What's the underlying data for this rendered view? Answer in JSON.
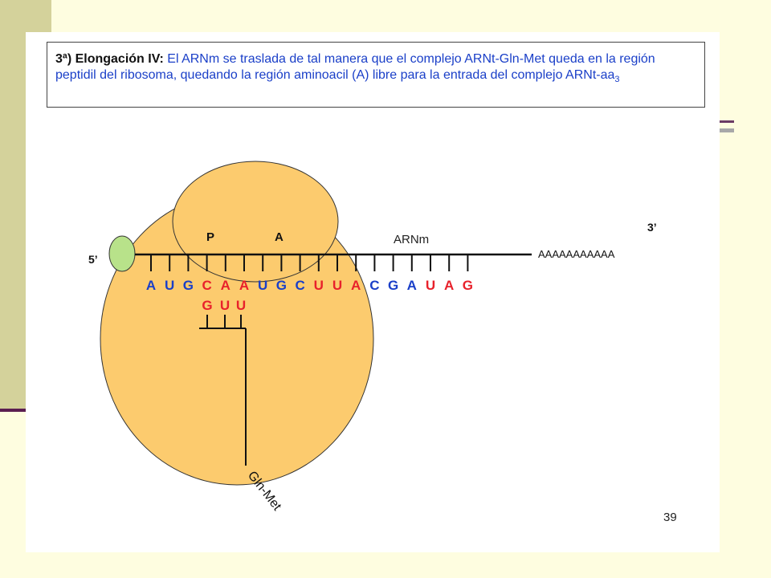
{
  "caption": {
    "step": "3ª) Elongación IV:",
    "text": " El ARNm se traslada de tal manera que el complejo ARNt-Gln-Met queda en la región peptidil del ribosoma, quedando la región aminoacil (A) libre para la entrada del complejo ARNt-aa",
    "subscript": "3"
  },
  "diagram": {
    "site_p": "P",
    "site_a": "A",
    "mrna_label": "ARNm",
    "end_5": "5’",
    "end_3": "3’",
    "poly_a": "AAAAAAAAAAA",
    "peptide": "Gln-Met",
    "colors": {
      "blue": "#1a3fc8",
      "red": "#e8212b",
      "ribosome": "#fccb6e",
      "cap": "#b8e28a"
    },
    "codon_letters": [
      {
        "l": "A",
        "c": "blue"
      },
      {
        "l": "U",
        "c": "blue"
      },
      {
        "l": "G",
        "c": "blue"
      },
      {
        "l": "C",
        "c": "red"
      },
      {
        "l": "A",
        "c": "red"
      },
      {
        "l": "A",
        "c": "red"
      },
      {
        "l": "U",
        "c": "blue"
      },
      {
        "l": "G",
        "c": "blue"
      },
      {
        "l": "C",
        "c": "blue"
      },
      {
        "l": "U",
        "c": "red"
      },
      {
        "l": "U",
        "c": "red"
      },
      {
        "l": "A",
        "c": "red"
      },
      {
        "l": "C",
        "c": "blue"
      },
      {
        "l": "G",
        "c": "blue"
      },
      {
        "l": "A",
        "c": "blue"
      },
      {
        "l": "U",
        "c": "red"
      },
      {
        "l": "A",
        "c": "red"
      },
      {
        "l": "G",
        "c": "red"
      }
    ],
    "anticodon_letters": [
      {
        "l": "G",
        "c": "red"
      },
      {
        "l": "U",
        "c": "red"
      },
      {
        "l": "U",
        "c": "red"
      }
    ]
  },
  "page_number": "39"
}
